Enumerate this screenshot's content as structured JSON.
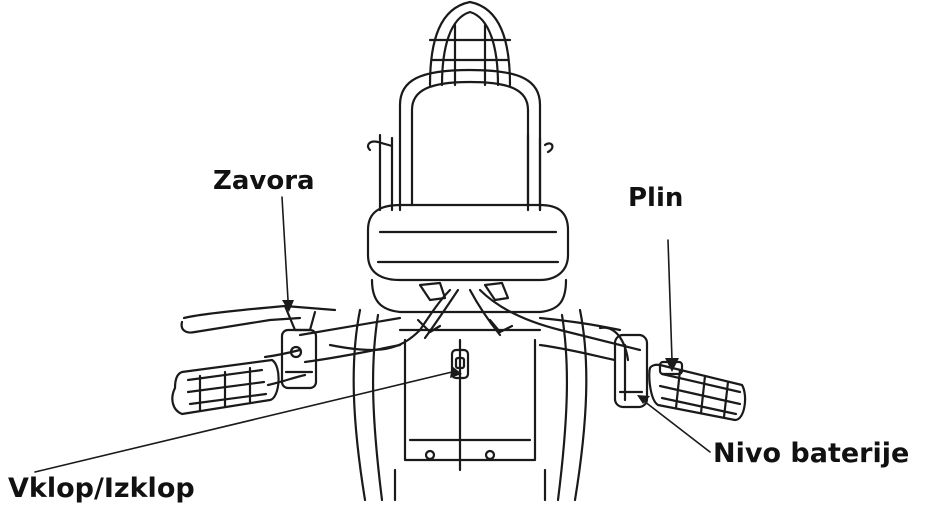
{
  "labels": {
    "brake": "Zavora",
    "throttle": "Plin",
    "battery_level": "Nivo baterije",
    "power_switch": "Vklop/Izklop"
  },
  "colors": {
    "line": "#1a1a1a",
    "text": "#111111",
    "background": "#ffffff"
  }
}
